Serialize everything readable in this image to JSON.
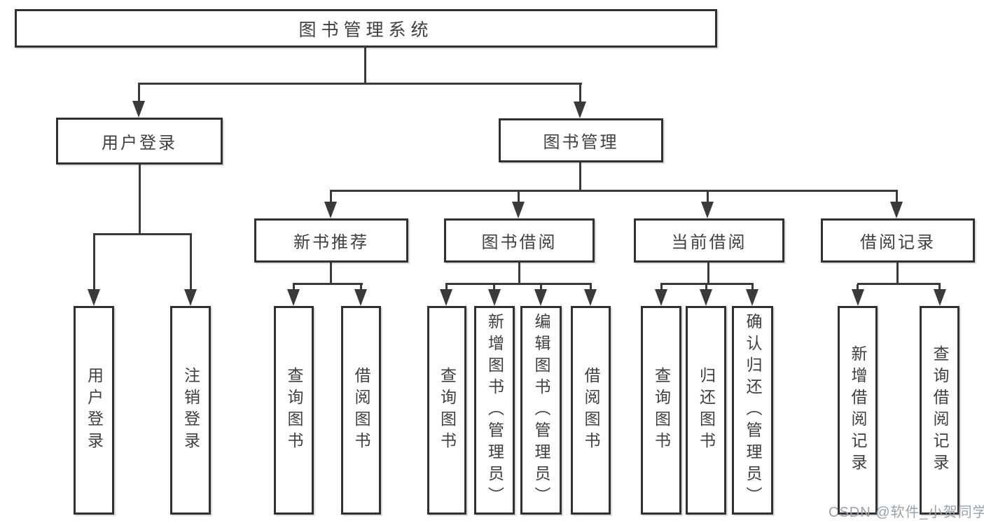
{
  "colors": {
    "background": "#ffffff",
    "line": "#3a3a3a",
    "box_border": "#313131",
    "box_text": "#3f3f3f",
    "watermark": "#9ba1a8"
  },
  "diagram": {
    "root": {
      "label": "图书管理系统"
    },
    "level2": [
      {
        "label": "用户登录"
      },
      {
        "label": "图书管理"
      }
    ],
    "level3": [
      {
        "label": "新书推荐"
      },
      {
        "label": "图书借阅"
      },
      {
        "label": "当前借阅"
      },
      {
        "label": "借阅记录"
      }
    ],
    "leaves": [
      {
        "label": "用户登录"
      },
      {
        "label": "注销登录"
      },
      {
        "label": "查询图书"
      },
      {
        "label": "借阅图书"
      },
      {
        "label": "查询图书"
      },
      {
        "label": "新增图书（管理员）"
      },
      {
        "label": "编辑图书（管理员）"
      },
      {
        "label": "借阅图书"
      },
      {
        "label": "查询图书"
      },
      {
        "label": "归还图书"
      },
      {
        "label": "确认归还（管理员）"
      },
      {
        "label": "新增借阅记录"
      },
      {
        "label": "查询借阅记录"
      }
    ]
  },
  "watermark": {
    "text": "CSDN @软件_小贺同学"
  }
}
